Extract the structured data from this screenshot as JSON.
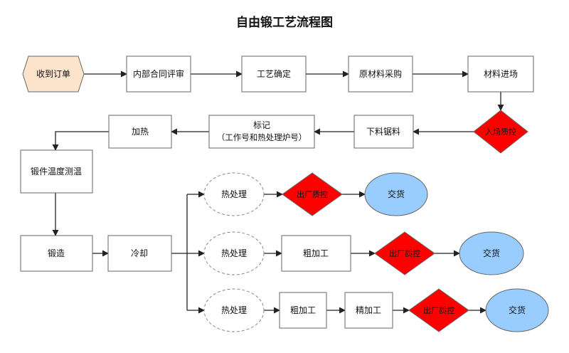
{
  "title": "自由锻工艺流程图",
  "nodes": {
    "receive_order": "收到订单",
    "internal_review": "内部合同评审",
    "process_confirm": "工艺确定",
    "material_purchase": "原材料采购",
    "material_entry": "材料进场",
    "entry_qc": "入场质控",
    "cut_material": "下料锯料",
    "mark_line1": "标记",
    "mark_line2": "（工作号和热处理炉号）",
    "heating": "加热",
    "temp_measure": "锻件温度测温",
    "forging": "锻造",
    "cooling": "冷却",
    "heat_treat_1": "热处理",
    "exit_qc_1": "出厂质控",
    "deliver_1": "交货",
    "heat_treat_2": "热处理",
    "rough_2": "粗加工",
    "exit_qc_2": "出厂质控",
    "deliver_2": "交货",
    "heat_treat_3": "热处理",
    "rough_3": "粗加工",
    "finish_3": "精加工",
    "exit_qc_3": "出厂质控",
    "deliver_3": "交货"
  },
  "colors": {
    "start_fill": "#fce3cc",
    "process_fill": "#ffffff",
    "qc_fill": "#ff0000",
    "deliver_fill": "#99ccff",
    "stroke": "#666666",
    "arrow": "#222222"
  }
}
